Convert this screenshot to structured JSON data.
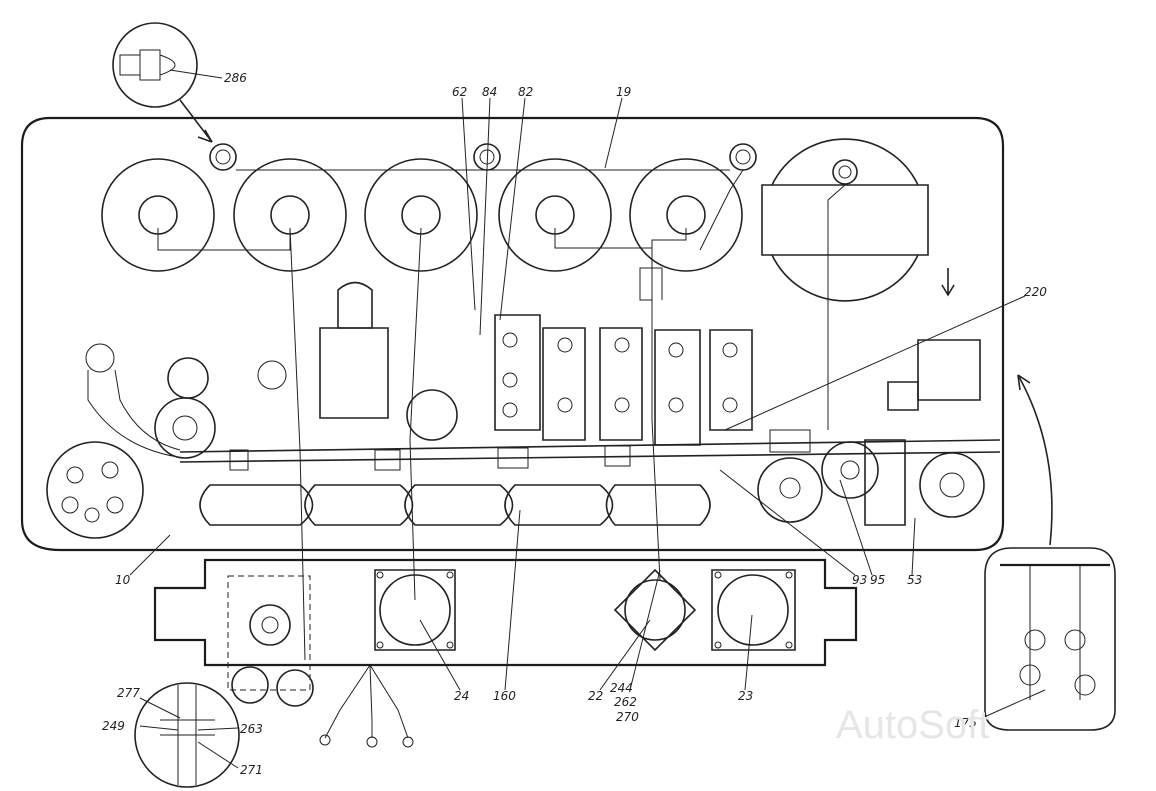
{
  "watermark": "AutoSoft",
  "callouts": {
    "c286": "286",
    "c62": "62",
    "c84": "84",
    "c82": "82",
    "c19": "19",
    "c220": "220",
    "c10": "10",
    "c24": "24",
    "c160": "160",
    "c22": "22",
    "c244": "244",
    "c262": "262",
    "c270": "270",
    "c23": "23",
    "c93": "93",
    "c95": "95",
    "c53": "53",
    "c175": "175",
    "c277": "277",
    "c249": "249",
    "c263": "263",
    "c271": "271"
  }
}
